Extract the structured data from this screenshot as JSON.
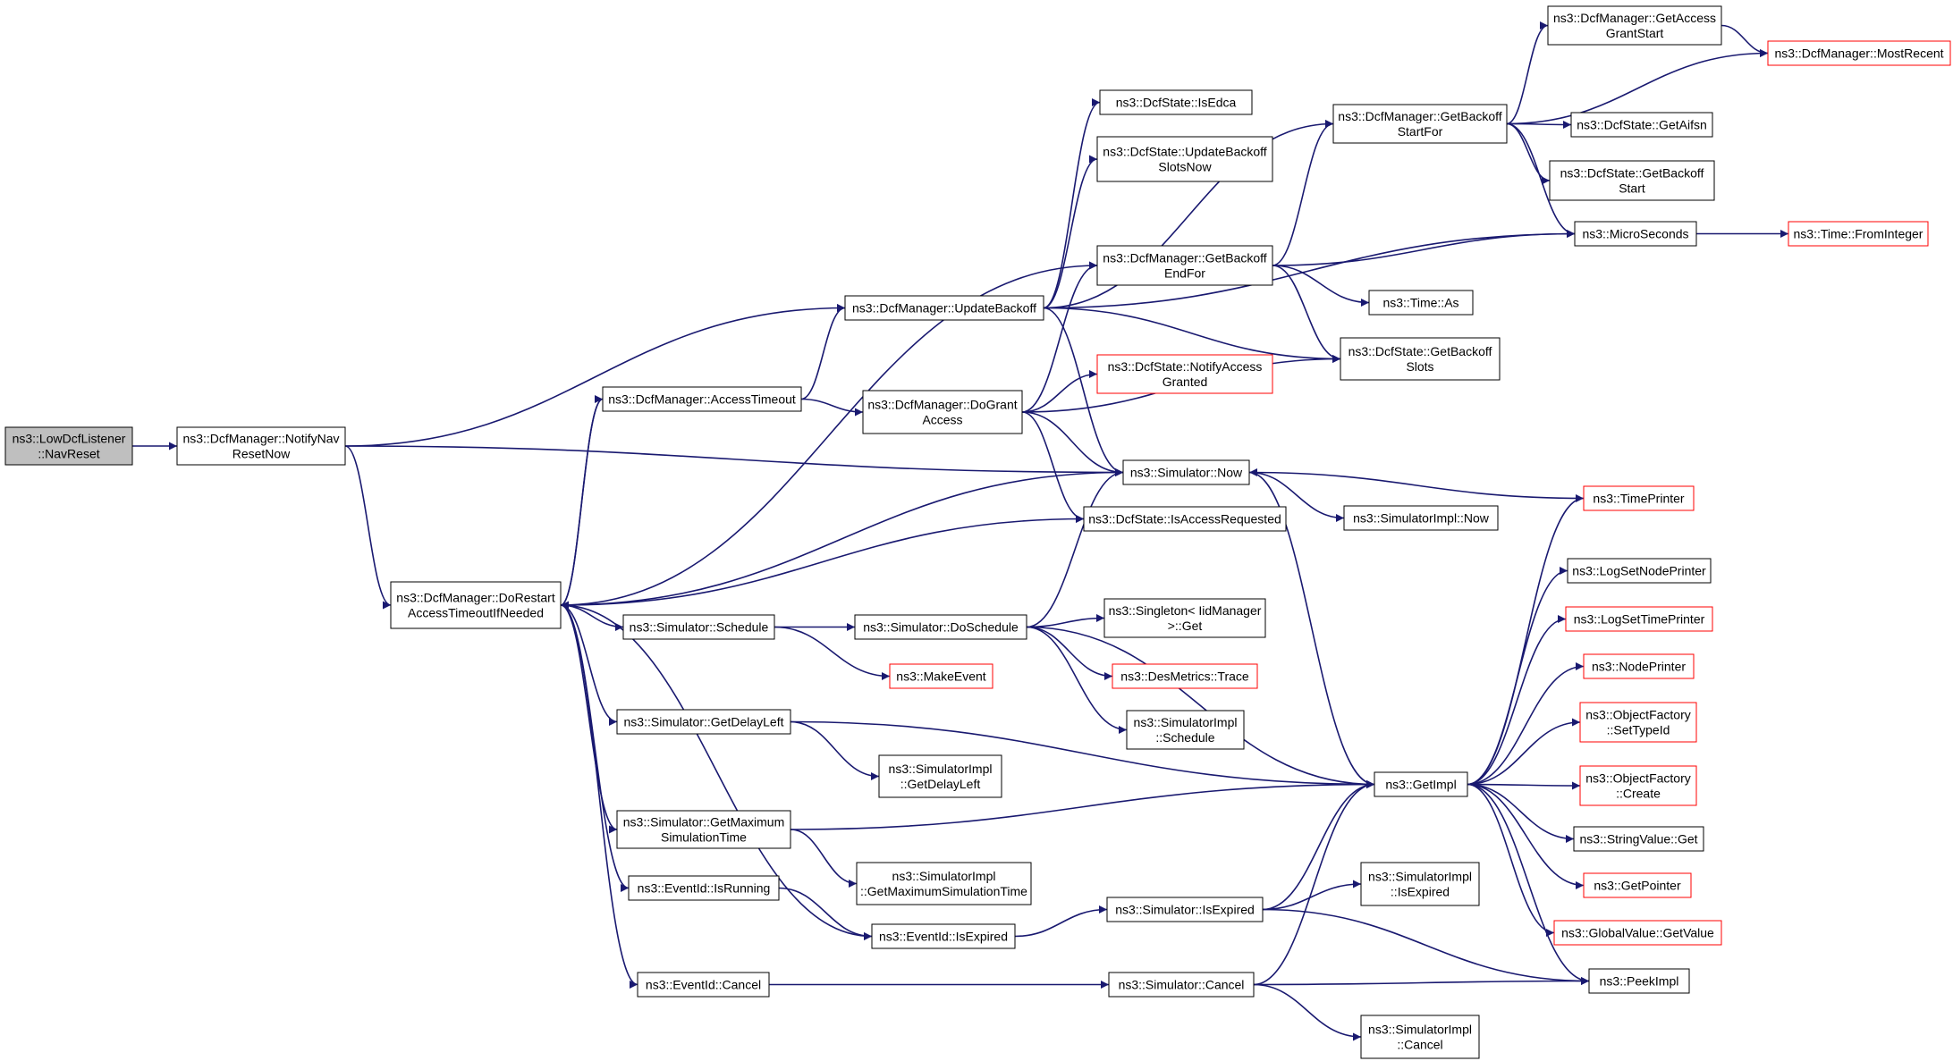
{
  "colors": {
    "edge": "#191970",
    "root_fill": "#bfbfbf",
    "truncated_border": "#ff0000",
    "node_border": "#000000"
  },
  "nodes": {
    "NavReset": {
      "lines": [
        "ns3::LowDcfListener",
        "::NavReset"
      ],
      "root": true
    },
    "NotifyNavResetNow": {
      "lines": [
        "ns3::DcfManager::NotifyNav",
        "ResetNow"
      ]
    },
    "UpdateBackoff": {
      "lines": [
        "ns3::DcfManager::UpdateBackoff"
      ]
    },
    "DoRestart": {
      "lines": [
        "ns3::DcfManager::DoRestart",
        "AccessTimeoutIfNeeded"
      ]
    },
    "AccessTimeout": {
      "lines": [
        "ns3::DcfManager::AccessTimeout"
      ]
    },
    "DoGrantAccess": {
      "lines": [
        "ns3::DcfManager::DoGrant",
        "Access"
      ]
    },
    "SimSchedule": {
      "lines": [
        "ns3::Simulator::Schedule"
      ]
    },
    "GetDelayLeft": {
      "lines": [
        "ns3::Simulator::GetDelayLeft"
      ]
    },
    "GetMaxSimTime": {
      "lines": [
        "ns3::Simulator::GetMaximum",
        "SimulationTime"
      ]
    },
    "IsRunning": {
      "lines": [
        "ns3::EventId::IsRunning"
      ]
    },
    "EventCancel": {
      "lines": [
        "ns3::EventId::Cancel"
      ]
    },
    "IsEdca": {
      "lines": [
        "ns3::DcfState::IsEdca"
      ]
    },
    "UpdateBackoffSlotsNow": {
      "lines": [
        "ns3::DcfState::UpdateBackoff",
        "SlotsNow"
      ]
    },
    "GetBackoffEndFor": {
      "lines": [
        "ns3::DcfManager::GetBackoff",
        "EndFor"
      ]
    },
    "NotifyAccessGranted": {
      "lines": [
        "ns3::DcfState::NotifyAccess",
        "Granted"
      ],
      "truncated": true
    },
    "SimNow": {
      "lines": [
        "ns3::Simulator::Now"
      ]
    },
    "IsAccessRequested": {
      "lines": [
        "ns3::DcfState::IsAccessRequested"
      ]
    },
    "DoSchedule": {
      "lines": [
        "ns3::Simulator::DoSchedule"
      ]
    },
    "MakeEvent": {
      "lines": [
        "ns3::MakeEvent"
      ],
      "truncated": true
    },
    "ImplGetDelayLeft": {
      "lines": [
        "ns3::SimulatorImpl",
        "::GetDelayLeft"
      ]
    },
    "ImplGetMaxSimTime": {
      "lines": [
        "ns3::SimulatorImpl",
        "::GetMaximumSimulationTime"
      ]
    },
    "EventIsExpired": {
      "lines": [
        "ns3::EventId::IsExpired"
      ]
    },
    "SimIsExpired": {
      "lines": [
        "ns3::Simulator::IsExpired"
      ]
    },
    "SimCancel": {
      "lines": [
        "ns3::Simulator::Cancel"
      ]
    },
    "SingletonGet": {
      "lines": [
        "ns3::Singleton< IidManager",
        ">::Get"
      ]
    },
    "DesMetricsTrace": {
      "lines": [
        "ns3::DesMetrics::Trace"
      ],
      "truncated": true
    },
    "ImplSchedule": {
      "lines": [
        "ns3::SimulatorImpl",
        "::Schedule"
      ]
    },
    "GetBackoffStartFor": {
      "lines": [
        "ns3::DcfManager::GetBackoff",
        "StartFor"
      ]
    },
    "GetAccessGrantStart": {
      "lines": [
        "ns3::DcfManager::GetAccess",
        "GrantStart"
      ]
    },
    "GetBackoffSlots": {
      "lines": [
        "ns3::DcfState::GetBackoff",
        "Slots"
      ]
    },
    "TimeAs": {
      "lines": [
        "ns3::Time::As"
      ]
    },
    "MicroSeconds": {
      "lines": [
        "ns3::MicroSeconds"
      ]
    },
    "ImplNow": {
      "lines": [
        "ns3::SimulatorImpl::Now"
      ]
    },
    "GetImpl": {
      "lines": [
        "ns3::GetImpl"
      ]
    },
    "ImplIsExpired": {
      "lines": [
        "ns3::SimulatorImpl",
        "::IsExpired"
      ]
    },
    "ImplCancel": {
      "lines": [
        "ns3::SimulatorImpl",
        "::Cancel"
      ]
    },
    "MostRecent": {
      "lines": [
        "ns3::DcfManager::MostRecent"
      ],
      "truncated": true
    },
    "GetAifsn": {
      "lines": [
        "ns3::DcfState::GetAifsn"
      ]
    },
    "GetBackoffStart": {
      "lines": [
        "ns3::DcfState::GetBackoff",
        "Start"
      ]
    },
    "TimeFromInteger": {
      "lines": [
        "ns3::Time::FromInteger"
      ],
      "truncated": true
    },
    "TimePrinter": {
      "lines": [
        "ns3::TimePrinter"
      ],
      "truncated": true
    },
    "LogSetNodePrinter": {
      "lines": [
        "ns3::LogSetNodePrinter"
      ]
    },
    "LogSetTimePrinter": {
      "lines": [
        "ns3::LogSetTimePrinter"
      ],
      "truncated": true
    },
    "NodePrinter": {
      "lines": [
        "ns3::NodePrinter"
      ],
      "truncated": true
    },
    "ObjFactorySetTypeId": {
      "lines": [
        "ns3::ObjectFactory",
        "::SetTypeId"
      ],
      "truncated": true
    },
    "ObjFactoryCreate": {
      "lines": [
        "ns3::ObjectFactory",
        "::Create"
      ],
      "truncated": true
    },
    "StringValueGet": {
      "lines": [
        "ns3::StringValue::Get"
      ]
    },
    "GetPointer": {
      "lines": [
        "ns3::GetPointer"
      ],
      "truncated": true
    },
    "GlobalValueGetValue": {
      "lines": [
        "ns3::GlobalValue::GetValue"
      ],
      "truncated": true
    },
    "PeekImpl": {
      "lines": [
        "ns3::PeekImpl"
      ]
    }
  },
  "edges": [
    [
      "NavReset",
      "NotifyNavResetNow"
    ],
    [
      "NotifyNavResetNow",
      "UpdateBackoff"
    ],
    [
      "NotifyNavResetNow",
      "SimNow"
    ],
    [
      "NotifyNavResetNow",
      "DoRestart"
    ],
    [
      "UpdateBackoff",
      "IsEdca"
    ],
    [
      "UpdateBackoff",
      "UpdateBackoffSlotsNow"
    ],
    [
      "UpdateBackoff",
      "GetBackoffStartFor"
    ],
    [
      "UpdateBackoff",
      "MicroSeconds"
    ],
    [
      "UpdateBackoff",
      "GetBackoffSlots"
    ],
    [
      "UpdateBackoff",
      "SimNow"
    ],
    [
      "AccessTimeout",
      "UpdateBackoff"
    ],
    [
      "AccessTimeout",
      "DoGrantAccess"
    ],
    [
      "AccessTimeout",
      "DoRestart"
    ],
    [
      "DoRestart",
      "AccessTimeout"
    ],
    [
      "DoRestart",
      "GetBackoffEndFor"
    ],
    [
      "DoRestart",
      "SimNow"
    ],
    [
      "DoRestart",
      "IsAccessRequested"
    ],
    [
      "DoRestart",
      "SimSchedule"
    ],
    [
      "DoRestart",
      "GetDelayLeft"
    ],
    [
      "DoRestart",
      "GetMaxSimTime"
    ],
    [
      "DoRestart",
      "IsRunning"
    ],
    [
      "DoRestart",
      "EventIsExpired"
    ],
    [
      "DoRestart",
      "EventCancel"
    ],
    [
      "DoGrantAccess",
      "GetBackoffEndFor"
    ],
    [
      "DoGrantAccess",
      "NotifyAccessGranted"
    ],
    [
      "DoGrantAccess",
      "GetBackoffSlots"
    ],
    [
      "DoGrantAccess",
      "SimNow"
    ],
    [
      "DoGrantAccess",
      "IsAccessRequested"
    ],
    [
      "GetBackoffEndFor",
      "GetBackoffStartFor"
    ],
    [
      "GetBackoffEndFor",
      "MicroSeconds"
    ],
    [
      "GetBackoffEndFor",
      "TimeAs"
    ],
    [
      "GetBackoffEndFor",
      "GetBackoffSlots"
    ],
    [
      "GetBackoffStartFor",
      "GetAccessGrantStart"
    ],
    [
      "GetBackoffStartFor",
      "MostRecent"
    ],
    [
      "GetBackoffStartFor",
      "GetAifsn"
    ],
    [
      "GetBackoffStartFor",
      "GetBackoffStart"
    ],
    [
      "GetBackoffStartFor",
      "MicroSeconds"
    ],
    [
      "GetAccessGrantStart",
      "MostRecent"
    ],
    [
      "MicroSeconds",
      "TimeFromInteger"
    ],
    [
      "SimNow",
      "ImplNow"
    ],
    [
      "SimNow",
      "GetImpl"
    ],
    [
      "SimSchedule",
      "DoSchedule"
    ],
    [
      "SimSchedule",
      "MakeEvent"
    ],
    [
      "DoSchedule",
      "SimNow"
    ],
    [
      "DoSchedule",
      "SingletonGet"
    ],
    [
      "DoSchedule",
      "DesMetricsTrace"
    ],
    [
      "DoSchedule",
      "ImplSchedule"
    ],
    [
      "DoSchedule",
      "GetImpl"
    ],
    [
      "GetDelayLeft",
      "ImplGetDelayLeft"
    ],
    [
      "GetDelayLeft",
      "GetImpl"
    ],
    [
      "GetMaxSimTime",
      "ImplGetMaxSimTime"
    ],
    [
      "GetMaxSimTime",
      "GetImpl"
    ],
    [
      "IsRunning",
      "EventIsExpired"
    ],
    [
      "EventIsExpired",
      "SimIsExpired"
    ],
    [
      "EventCancel",
      "SimCancel"
    ],
    [
      "SimIsExpired",
      "ImplIsExpired"
    ],
    [
      "SimIsExpired",
      "GetImpl"
    ],
    [
      "SimIsExpired",
      "PeekImpl"
    ],
    [
      "SimCancel",
      "ImplCancel"
    ],
    [
      "SimCancel",
      "GetImpl"
    ],
    [
      "SimCancel",
      "PeekImpl"
    ],
    [
      "TimePrinter",
      "SimNow"
    ],
    [
      "GetImpl",
      "TimePrinter"
    ],
    [
      "GetImpl",
      "LogSetNodePrinter"
    ],
    [
      "GetImpl",
      "LogSetTimePrinter"
    ],
    [
      "GetImpl",
      "NodePrinter"
    ],
    [
      "GetImpl",
      "ObjFactorySetTypeId"
    ],
    [
      "GetImpl",
      "ObjFactoryCreate"
    ],
    [
      "GetImpl",
      "StringValueGet"
    ],
    [
      "GetImpl",
      "GetPointer"
    ],
    [
      "GetImpl",
      "GlobalValueGetValue"
    ],
    [
      "GetImpl",
      "PeekImpl"
    ]
  ]
}
